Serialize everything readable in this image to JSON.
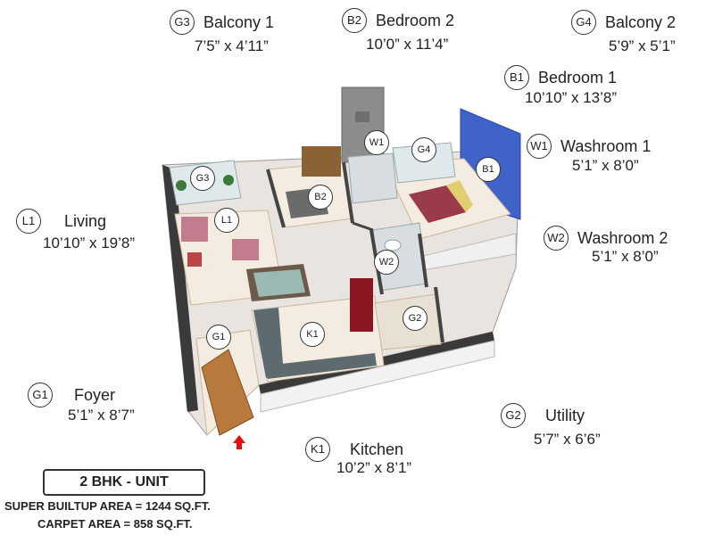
{
  "rooms": {
    "balcony1": {
      "code": "G3",
      "name": "Balcony 1",
      "dims": "7’5” x 4’11”"
    },
    "bedroom2": {
      "code": "B2",
      "name": "Bedroom 2",
      "dims": "10’0” x 11’4”"
    },
    "balcony2": {
      "code": "G4",
      "name": "Balcony 2",
      "dims": "5’9” x 5’1”"
    },
    "bedroom1": {
      "code": "B1",
      "name": "Bedroom 1",
      "dims": "10’10” x 13’8”"
    },
    "washroom1": {
      "code": "W1",
      "name": "Washroom 1",
      "dims": "5’1” x 8’0”"
    },
    "living": {
      "code": "L1",
      "name": "Living",
      "dims": "10’10” x 19’8”"
    },
    "washroom2": {
      "code": "W2",
      "name": "Washroom 2",
      "dims": "5’1” x 8’0”"
    },
    "foyer": {
      "code": "G1",
      "name": "Foyer",
      "dims": "5’1” x 8’7”"
    },
    "utility": {
      "code": "G2",
      "name": "Utility",
      "dims": "5’7” x 6’6”"
    },
    "kitchen": {
      "code": "K1",
      "name": "Kitchen",
      "dims": "10’2” x 8’1”"
    }
  },
  "plan_tags": {
    "w1": "W1",
    "g4": "G4",
    "b1": "B1",
    "g3": "G3",
    "b2": "B2",
    "l1": "L1",
    "w2": "W2",
    "g2": "G2",
    "k1": "K1",
    "g1": "G1"
  },
  "unit": {
    "type": "2 BHK - UNIT",
    "super_builtup": "SUPER BUILTUP AREA = 1244 SQ.FT.",
    "carpet": "CARPET AREA = 858 SQ.FT."
  }
}
